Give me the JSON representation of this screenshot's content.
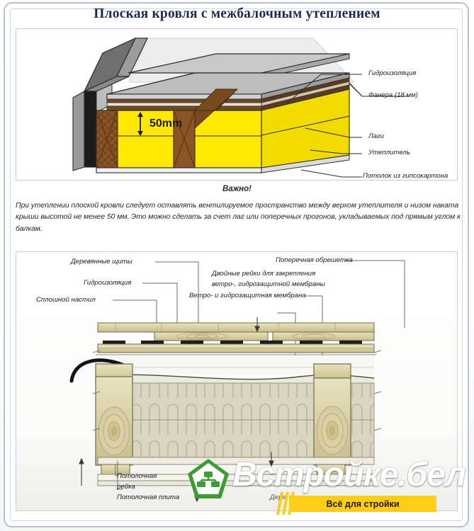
{
  "title": "Плоская кровля с межбалочным утеплением",
  "note": {
    "heading": "Важно!",
    "body": "При утеплении плоской кровли следует оставлять вентилируемое пространство между верхом утеплителя и низом наката крыши высотой не менее 50 мм. Это можно сделать за счет лаг или поперечных прогонов, укладываемых под прямым углом к балкам."
  },
  "top_diagram": {
    "dimension_label": "50mm",
    "labels": [
      {
        "text": "Гидроизоляция"
      },
      {
        "text": "Фанера (18 мм)"
      },
      {
        "text": "Лаги"
      },
      {
        "text": "Утеплитель"
      },
      {
        "text": "Потолок из гипсокартона"
      }
    ],
    "colors": {
      "membrane_top": "#b5b5b5",
      "membrane_dark": "#8c8c8c",
      "plywood": "#6b4a2a",
      "insulation": "#ffe800",
      "joist": "#8a5524"
    }
  },
  "bottom_diagram": {
    "labels_left": [
      {
        "text": "Деревянные щиты"
      },
      {
        "text": "Гидроизоляция"
      },
      {
        "text": "Сплошной настил"
      }
    ],
    "labels_right": [
      {
        "text": "Поперечная обрешетка"
      },
      {
        "text": "Двойные рейки для закрепления"
      },
      {
        "text": "ветро-, гидрозащитной мембраны"
      },
      {
        "text": "Ветро- и гидрозащитная мембрана"
      }
    ],
    "labels_bottom": [
      {
        "text": "Потолочная"
      },
      {
        "text": "рейка"
      },
      {
        "text": "Потолочная плита"
      },
      {
        "text": "Дере"
      }
    ],
    "colors": {
      "wood_light": "#ddd6ae",
      "wood_mid": "#c9bf92",
      "insulation": "#d8d6c0",
      "outline": "#5a5a4a"
    }
  },
  "watermark": {
    "brand": "Встройке.бел",
    "tagline": "Всё для стройки",
    "badge_color": "#3f9c35",
    "tag_color": "#ffcd16"
  }
}
